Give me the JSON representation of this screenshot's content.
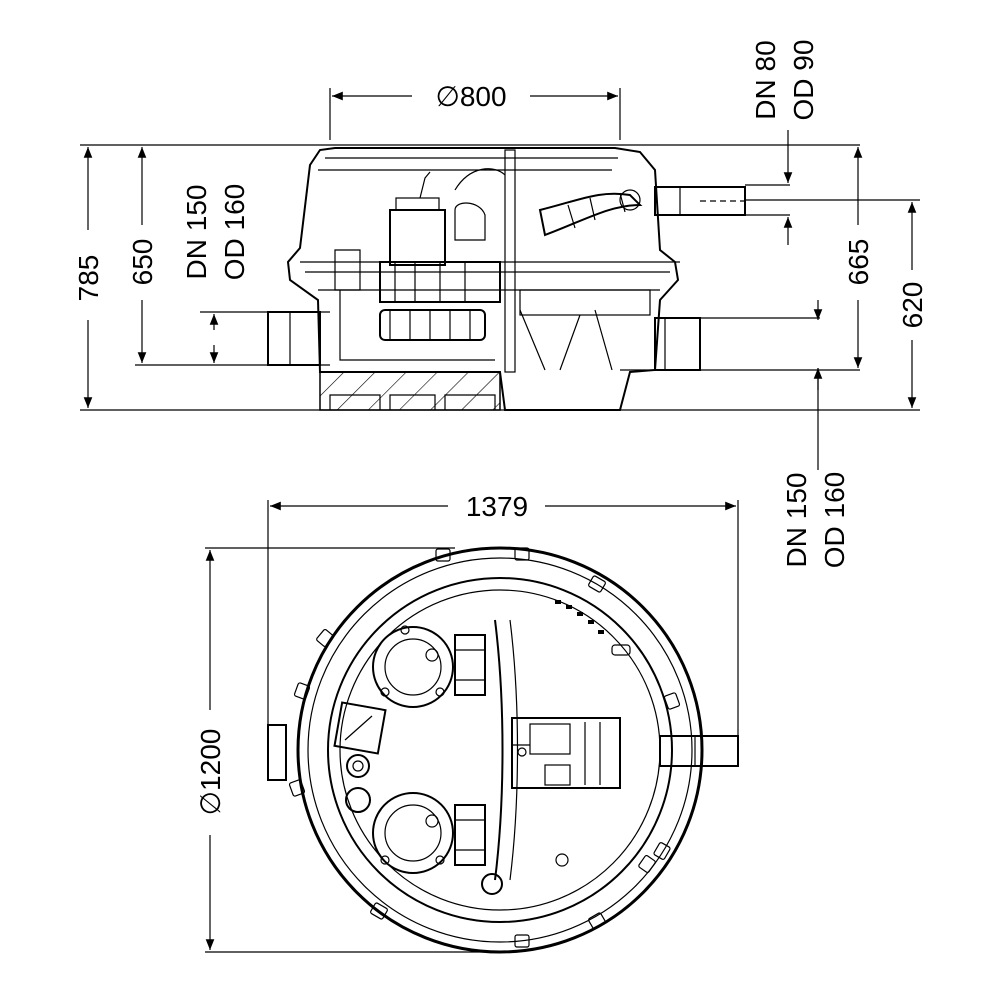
{
  "side_view": {
    "dim_diameter_top": "∅800",
    "dim_height_total": "785",
    "dim_height_inlet_top": "650",
    "label_inlet_left_dn": "DN 150",
    "label_inlet_left_od": "OD 160",
    "label_pressure_dn": "DN 80",
    "label_pressure_od": "OD 90",
    "dim_height_right_outer": "665",
    "dim_height_right_inner": "620",
    "label_inlet_right_dn": "DN 150",
    "label_inlet_right_od": "OD 160"
  },
  "top_view": {
    "dim_width": "1379",
    "dim_diameter": "∅1200"
  }
}
